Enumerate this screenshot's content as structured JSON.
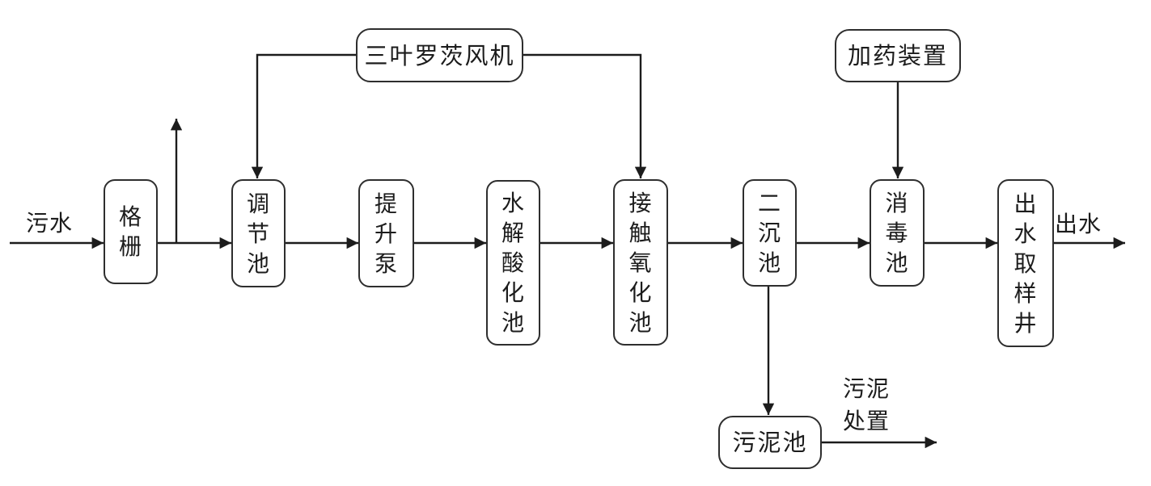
{
  "nodes": {
    "grate": {
      "label": "格\n栅"
    },
    "regulating_tank": {
      "label": "调\n节\n池"
    },
    "lift_pump": {
      "label": "提\n升\n泵"
    },
    "hydrolysis_acidification_tank": {
      "label": "水\n解\n酸\n化\n池"
    },
    "contact_oxidation_tank": {
      "label": "接\n触\n氧\n化\n池"
    },
    "secondary_sedimentation_tank": {
      "label": "二\n沉\n池"
    },
    "disinfection_tank": {
      "label": "消\n毒\n池"
    },
    "effluent_sampling_well": {
      "label": "出\n水\n取\n样\n井"
    },
    "roots_blower": {
      "label": "三叶罗茨风机"
    },
    "dosing_device": {
      "label": "加药装置"
    },
    "sludge_tank": {
      "label": "污泥池"
    }
  },
  "flow_labels": {
    "influent": "污水",
    "effluent": "出水",
    "sludge_disposal": "污泥\n处置"
  },
  "colors": {
    "line": "#1c1c1c",
    "box_border": "#2e2e2e",
    "text": "#1c1c1c",
    "background": "#ffffff"
  }
}
